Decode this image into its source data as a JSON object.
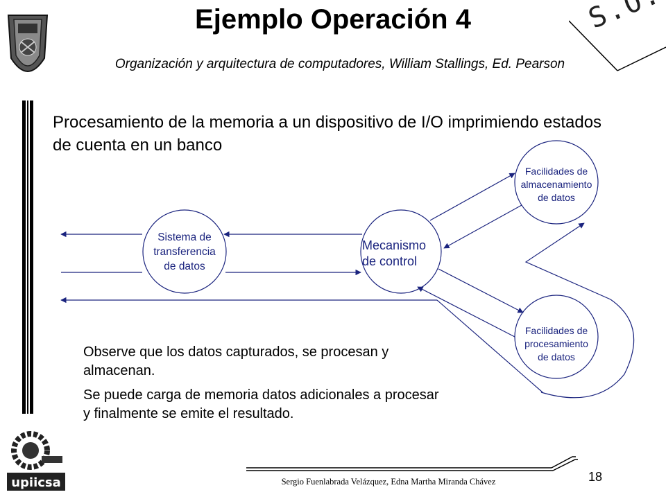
{
  "header": {
    "title": "Ejemplo Operación 4",
    "subtitle": "Organización y arquitectura de computadores, William Stallings, Ed. Pearson",
    "corner_mark": "S.O."
  },
  "intro_text": "Procesamiento de la memoria a un dispositivo de I/O  imprimiendo estados de cuenta en un banco",
  "diagram": {
    "nodes": {
      "transfer": [
        "Sistema de",
        "transferencia",
        "de datos"
      ],
      "control": [
        "Mecanismo",
        "de control"
      ],
      "storage": [
        "Facilidades de",
        "almacenamiento",
        "de datos"
      ],
      "processing": [
        "Facilidades de",
        "procesamiento",
        "de datos"
      ]
    },
    "line_color": "#1a237e"
  },
  "observations": [
    "Observe que los datos capturados, se procesan y almacenan.",
    "Se puede carga de memoria datos adicionales a procesar y finalmente se emite el resultado."
  ],
  "footer": {
    "author": "Sergio  Fuenlabrada Velázquez, Edna Martha Miranda Chávez",
    "page_number": "18"
  }
}
